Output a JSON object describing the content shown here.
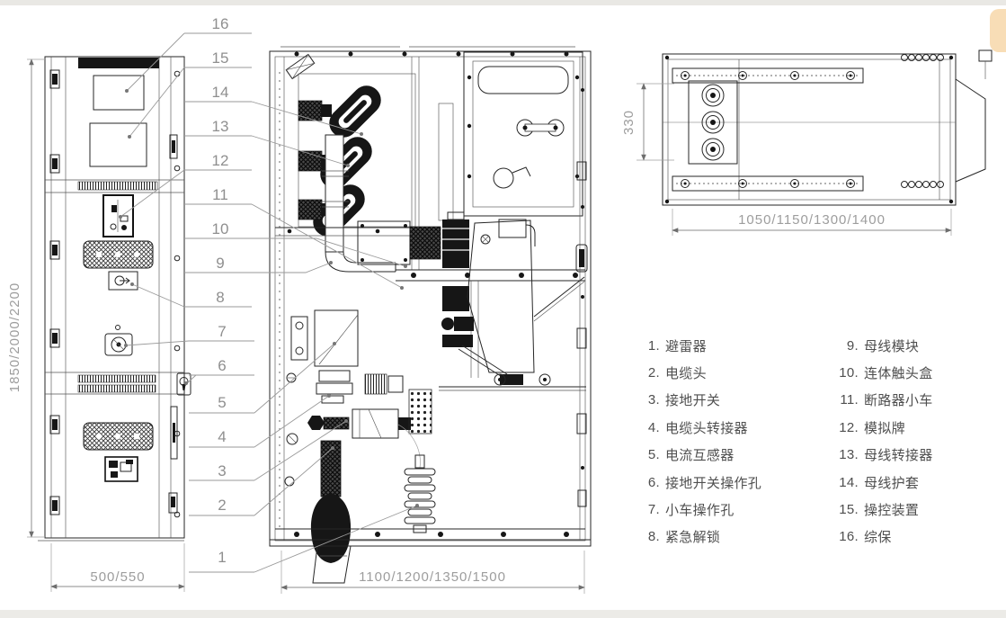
{
  "dimensions": {
    "front_height": "1850/2000/2200",
    "front_width": "500/550",
    "section_width": "1100/1200/1350/1500",
    "top_depth": "330",
    "top_width": "1050/1150/1300/1400"
  },
  "callout_numbers": [
    "16",
    "15",
    "14",
    "13",
    "12",
    "11",
    "10",
    "9",
    "8",
    "7",
    "6",
    "5",
    "4",
    "3",
    "2",
    "1"
  ],
  "legend": {
    "left": [
      {
        "num": "1.",
        "label": "避雷器"
      },
      {
        "num": "2.",
        "label": "电缆头"
      },
      {
        "num": "3.",
        "label": "接地开关"
      },
      {
        "num": "4.",
        "label": "电缆头转接器"
      },
      {
        "num": "5.",
        "label": "电流互感器"
      },
      {
        "num": "6.",
        "label": "接地开关操作孔"
      },
      {
        "num": "7.",
        "label": "小车操作孔"
      },
      {
        "num": "8.",
        "label": "紧急解锁"
      }
    ],
    "right": [
      {
        "num": "9.",
        "label": "母线模块"
      },
      {
        "num": "10.",
        "label": "连体触头盒"
      },
      {
        "num": "11.",
        "label": "断路器小车"
      },
      {
        "num": "12.",
        "label": "模拟牌"
      },
      {
        "num": "13.",
        "label": "母线转接器"
      },
      {
        "num": "14.",
        "label": "母线护套"
      },
      {
        "num": "15.",
        "label": "操控装置"
      },
      {
        "num": "16.",
        "label": "综保"
      }
    ]
  },
  "colors": {
    "line": "#262626",
    "dimension_text": "#9d9d9d",
    "legend_text": "#4f4f4f",
    "corner_accent": "#f8ddb6"
  }
}
